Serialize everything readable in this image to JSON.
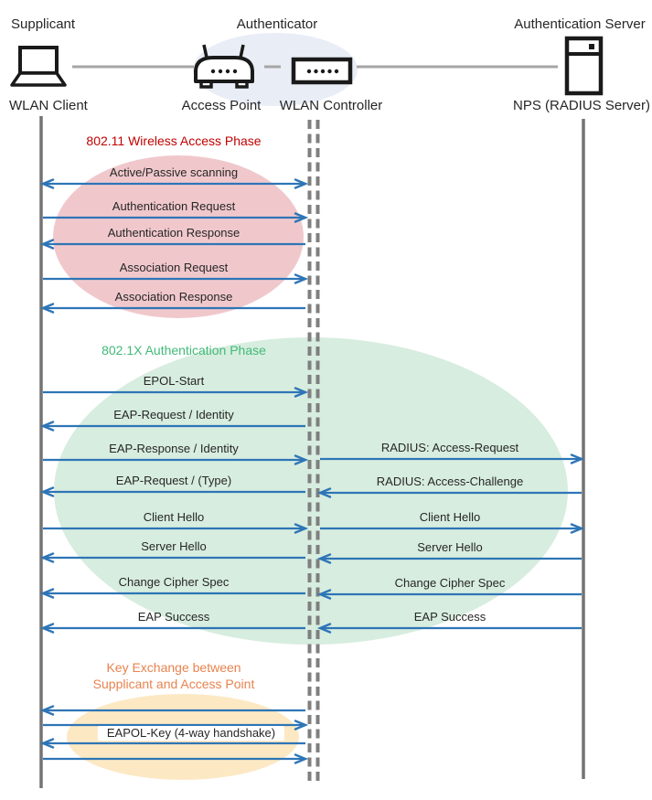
{
  "header": {
    "roles": [
      {
        "label": "Supplicant"
      },
      {
        "label": "Authenticator"
      },
      {
        "label": "Authentication Server"
      }
    ],
    "devices": [
      {
        "label": "WLAN Client",
        "icon": "laptop-icon"
      },
      {
        "label": "Access Point",
        "icon": "access-point-icon"
      },
      {
        "label": "WLAN Controller",
        "icon": "wlan-controller-icon"
      },
      {
        "label": "NPS (RADIUS Server)",
        "icon": "server-icon"
      }
    ]
  },
  "phases": [
    {
      "title": "802.11 Wireless Access Phase",
      "title_color": "#C00000",
      "ellipse_color": "#F0C8CC",
      "messages": [
        {
          "label": "Active/Passive scanning",
          "segment": "client-wlc",
          "direction": "both"
        },
        {
          "label": "Authentication Request",
          "segment": "client-wlc",
          "direction": "right"
        },
        {
          "label": "Authentication Response",
          "segment": "client-wlc",
          "direction": "left"
        },
        {
          "label": "Association Request",
          "segment": "client-wlc",
          "direction": "right"
        },
        {
          "label": "Association Response",
          "segment": "client-wlc",
          "direction": "left"
        }
      ]
    },
    {
      "title": "802.1X Authentication Phase",
      "title_color": "#41BA79",
      "ellipse_color": "#D7EDDF",
      "messages": [
        {
          "label": "EPOL-Start",
          "segment": "client-wlc",
          "direction": "right"
        },
        {
          "label": "EAP-Request / Identity",
          "segment": "client-wlc",
          "direction": "left"
        },
        {
          "label": "EAP-Response / Identity",
          "segment": "client-wlc",
          "direction": "right"
        },
        {
          "label": "RADIUS: Access-Request",
          "segment": "wlc-server",
          "direction": "right"
        },
        {
          "label": "EAP-Request / (Type)",
          "segment": "client-wlc",
          "direction": "left"
        },
        {
          "label": "RADIUS: Access-Challenge",
          "segment": "wlc-server",
          "direction": "left"
        },
        {
          "label": "Client Hello",
          "segment": "client-wlc",
          "direction": "right"
        },
        {
          "label": "Client Hello",
          "segment": "wlc-server",
          "direction": "right"
        },
        {
          "label": "Server Hello",
          "segment": "client-wlc",
          "direction": "left"
        },
        {
          "label": "Server Hello",
          "segment": "wlc-server",
          "direction": "left"
        },
        {
          "label": "Change Cipher Spec",
          "segment": "client-wlc",
          "direction": "left"
        },
        {
          "label": "Change Cipher Spec",
          "segment": "wlc-server",
          "direction": "left"
        },
        {
          "label": "EAP Success",
          "segment": "client-wlc",
          "direction": "left"
        },
        {
          "label": "EAP Success",
          "segment": "wlc-server",
          "direction": "left"
        }
      ]
    },
    {
      "title_lines": [
        "Key Exchange between",
        "Supplicant and Access Point"
      ],
      "title_color": "#E8834F",
      "ellipse_color": "#FCE9C4",
      "messages": [
        {
          "label": "",
          "segment": "client-wlc",
          "direction": "left"
        },
        {
          "label": "",
          "segment": "client-wlc",
          "direction": "right"
        },
        {
          "label": "EAPOL-Key (4-way handshake)",
          "segment": "client-wlc",
          "direction": "left",
          "boxed": true
        },
        {
          "label": "",
          "segment": "client-wlc",
          "direction": "right"
        }
      ]
    }
  ],
  "colors": {
    "arrow": "#2E75B6",
    "lifeline": "#737373",
    "dashed_lifeline": "#7F7F7F",
    "connector": "#A6A6A6",
    "header_ellipse": "#E9EDF6",
    "icon": "#1a1a1a",
    "text": "#262626"
  }
}
